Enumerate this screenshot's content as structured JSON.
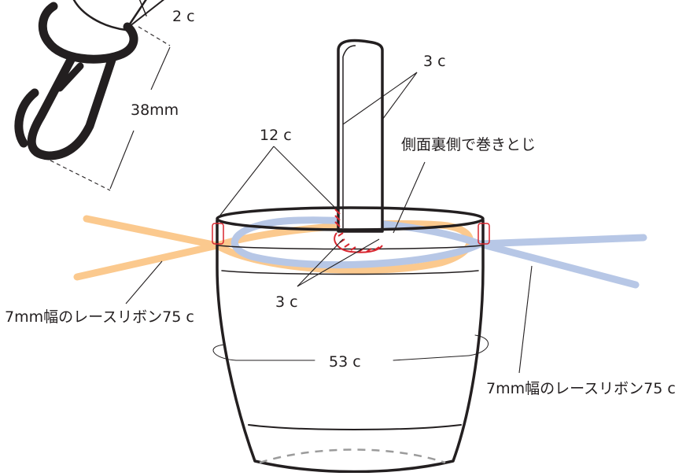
{
  "diagram": {
    "labels": {
      "hook_width": "2 c",
      "hook_length": "38mm",
      "handle_width": "3 c",
      "handle_attach_span": "12 c",
      "stitch_note": "側面裏側で巻きとじ",
      "handle_inset": "3 c",
      "ribbon_left": "7mm幅のレースリボン75 c",
      "circumference": "53 c",
      "ribbon_right": "7mm幅のレースリボン75 c"
    },
    "colors": {
      "outline": "#231f20",
      "ribbon_orange": "#fbc98e",
      "ribbon_blue": "#b7c7e6",
      "stitch_red": "#d8262f",
      "hem_dashed": "#9b9b9b"
    },
    "icons": [
      "snap-hook-icon",
      "bag-body-icon",
      "handle-strap-icon"
    ]
  }
}
